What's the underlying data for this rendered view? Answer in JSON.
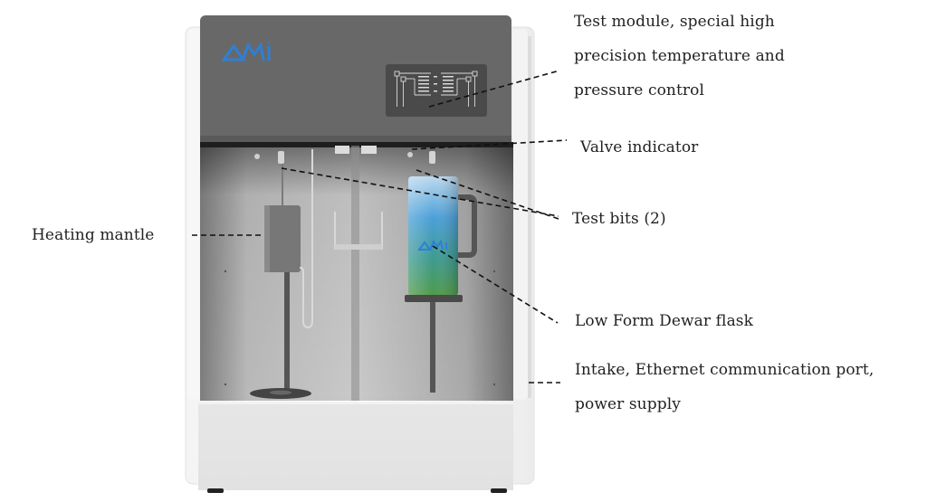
{
  "diagram": {
    "subject": "AMI gas adsorption analyzer instrument",
    "brand_logo": "AMI",
    "brand_color": "#2f7fd6",
    "callouts": [
      {
        "id": "test-module",
        "lines": [
          "Test module, special high",
          "precision temperature and",
          "pressure control"
        ]
      },
      {
        "id": "valve-indicator",
        "lines": [
          "Valve indicator"
        ]
      },
      {
        "id": "test-bits",
        "lines": [
          "Test bits (2)"
        ]
      },
      {
        "id": "heating-mantle",
        "lines": [
          "Heating mantle"
        ]
      },
      {
        "id": "dewar-flask",
        "lines": [
          "Low Form Dewar flask"
        ]
      },
      {
        "id": "intake-ports",
        "lines": [
          "Intake, Ethernet communication port,",
          "power supply"
        ]
      }
    ]
  }
}
